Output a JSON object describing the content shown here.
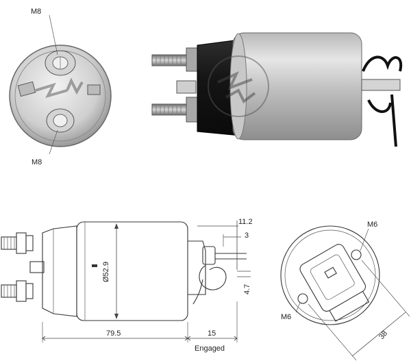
{
  "photo_end_view": {
    "label_top": "M8",
    "label_bottom": "M8"
  },
  "drawing_side_view": {
    "dim_length": "79.5",
    "dim_engaged_value": "15",
    "dim_engaged_label": "Engaged",
    "dim_diameter": "Ø52.9",
    "dim_11_2": "11.2",
    "dim_3": "3",
    "dim_4_7": "4.7"
  },
  "drawing_end_view": {
    "label_top": "M6",
    "label_bottom": "M6",
    "dim_38": "38"
  },
  "colors": {
    "steel_light": "#d9d9d9",
    "steel_dark": "#8a8a8a",
    "cap_black": "#1b1b1b",
    "line": "#333333"
  }
}
